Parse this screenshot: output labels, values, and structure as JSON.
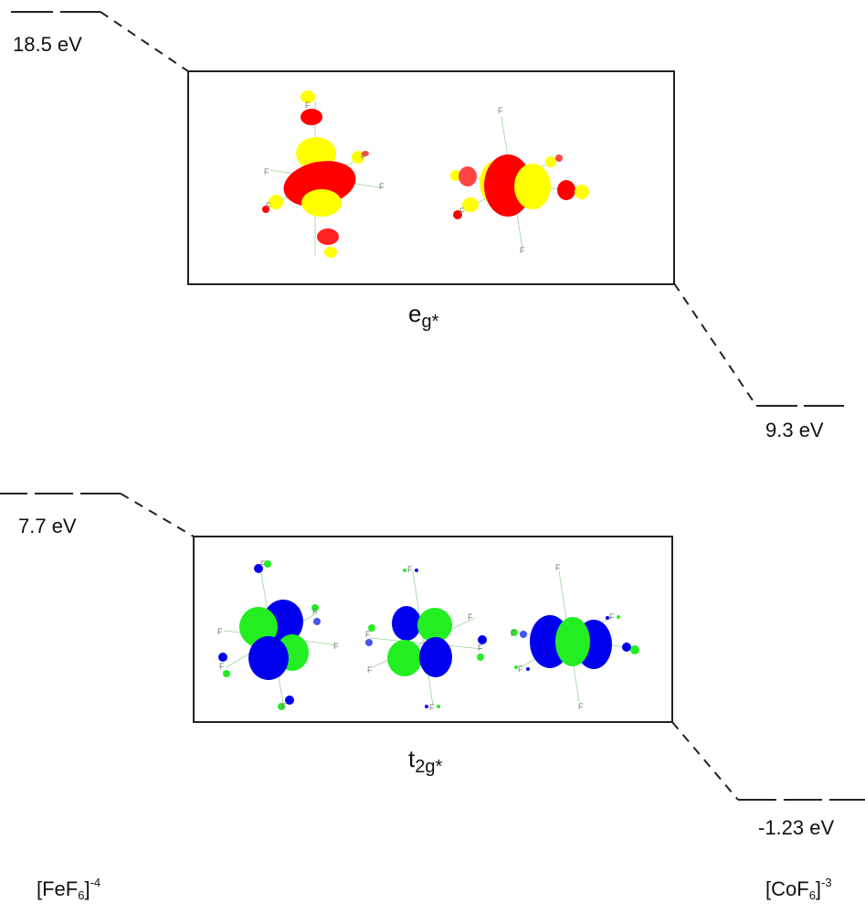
{
  "energies": {
    "fe_eg": "18.5 eV",
    "co_eg": "9.3 eV",
    "fe_t2g": "7.7 eV",
    "co_t2g": "-1.23 eV"
  },
  "symmetry": {
    "eg_base": "e",
    "eg_sub": "g*",
    "t2g_base": "t",
    "t2g_sub": "2g*"
  },
  "complexes": {
    "left": {
      "open": "[FeF",
      "sub": "6",
      "close": "]",
      "charge": "-4"
    },
    "right": {
      "open": "[CoF",
      "sub": "6",
      "close": "]",
      "charge": "-3"
    }
  },
  "atom_label": "F",
  "colors": {
    "eg_positive": "#ff0000",
    "eg_negative": "#ffff00",
    "t2g_positive": "#0000ee",
    "t2g_negative": "#22ee22",
    "lines": "#222222"
  }
}
